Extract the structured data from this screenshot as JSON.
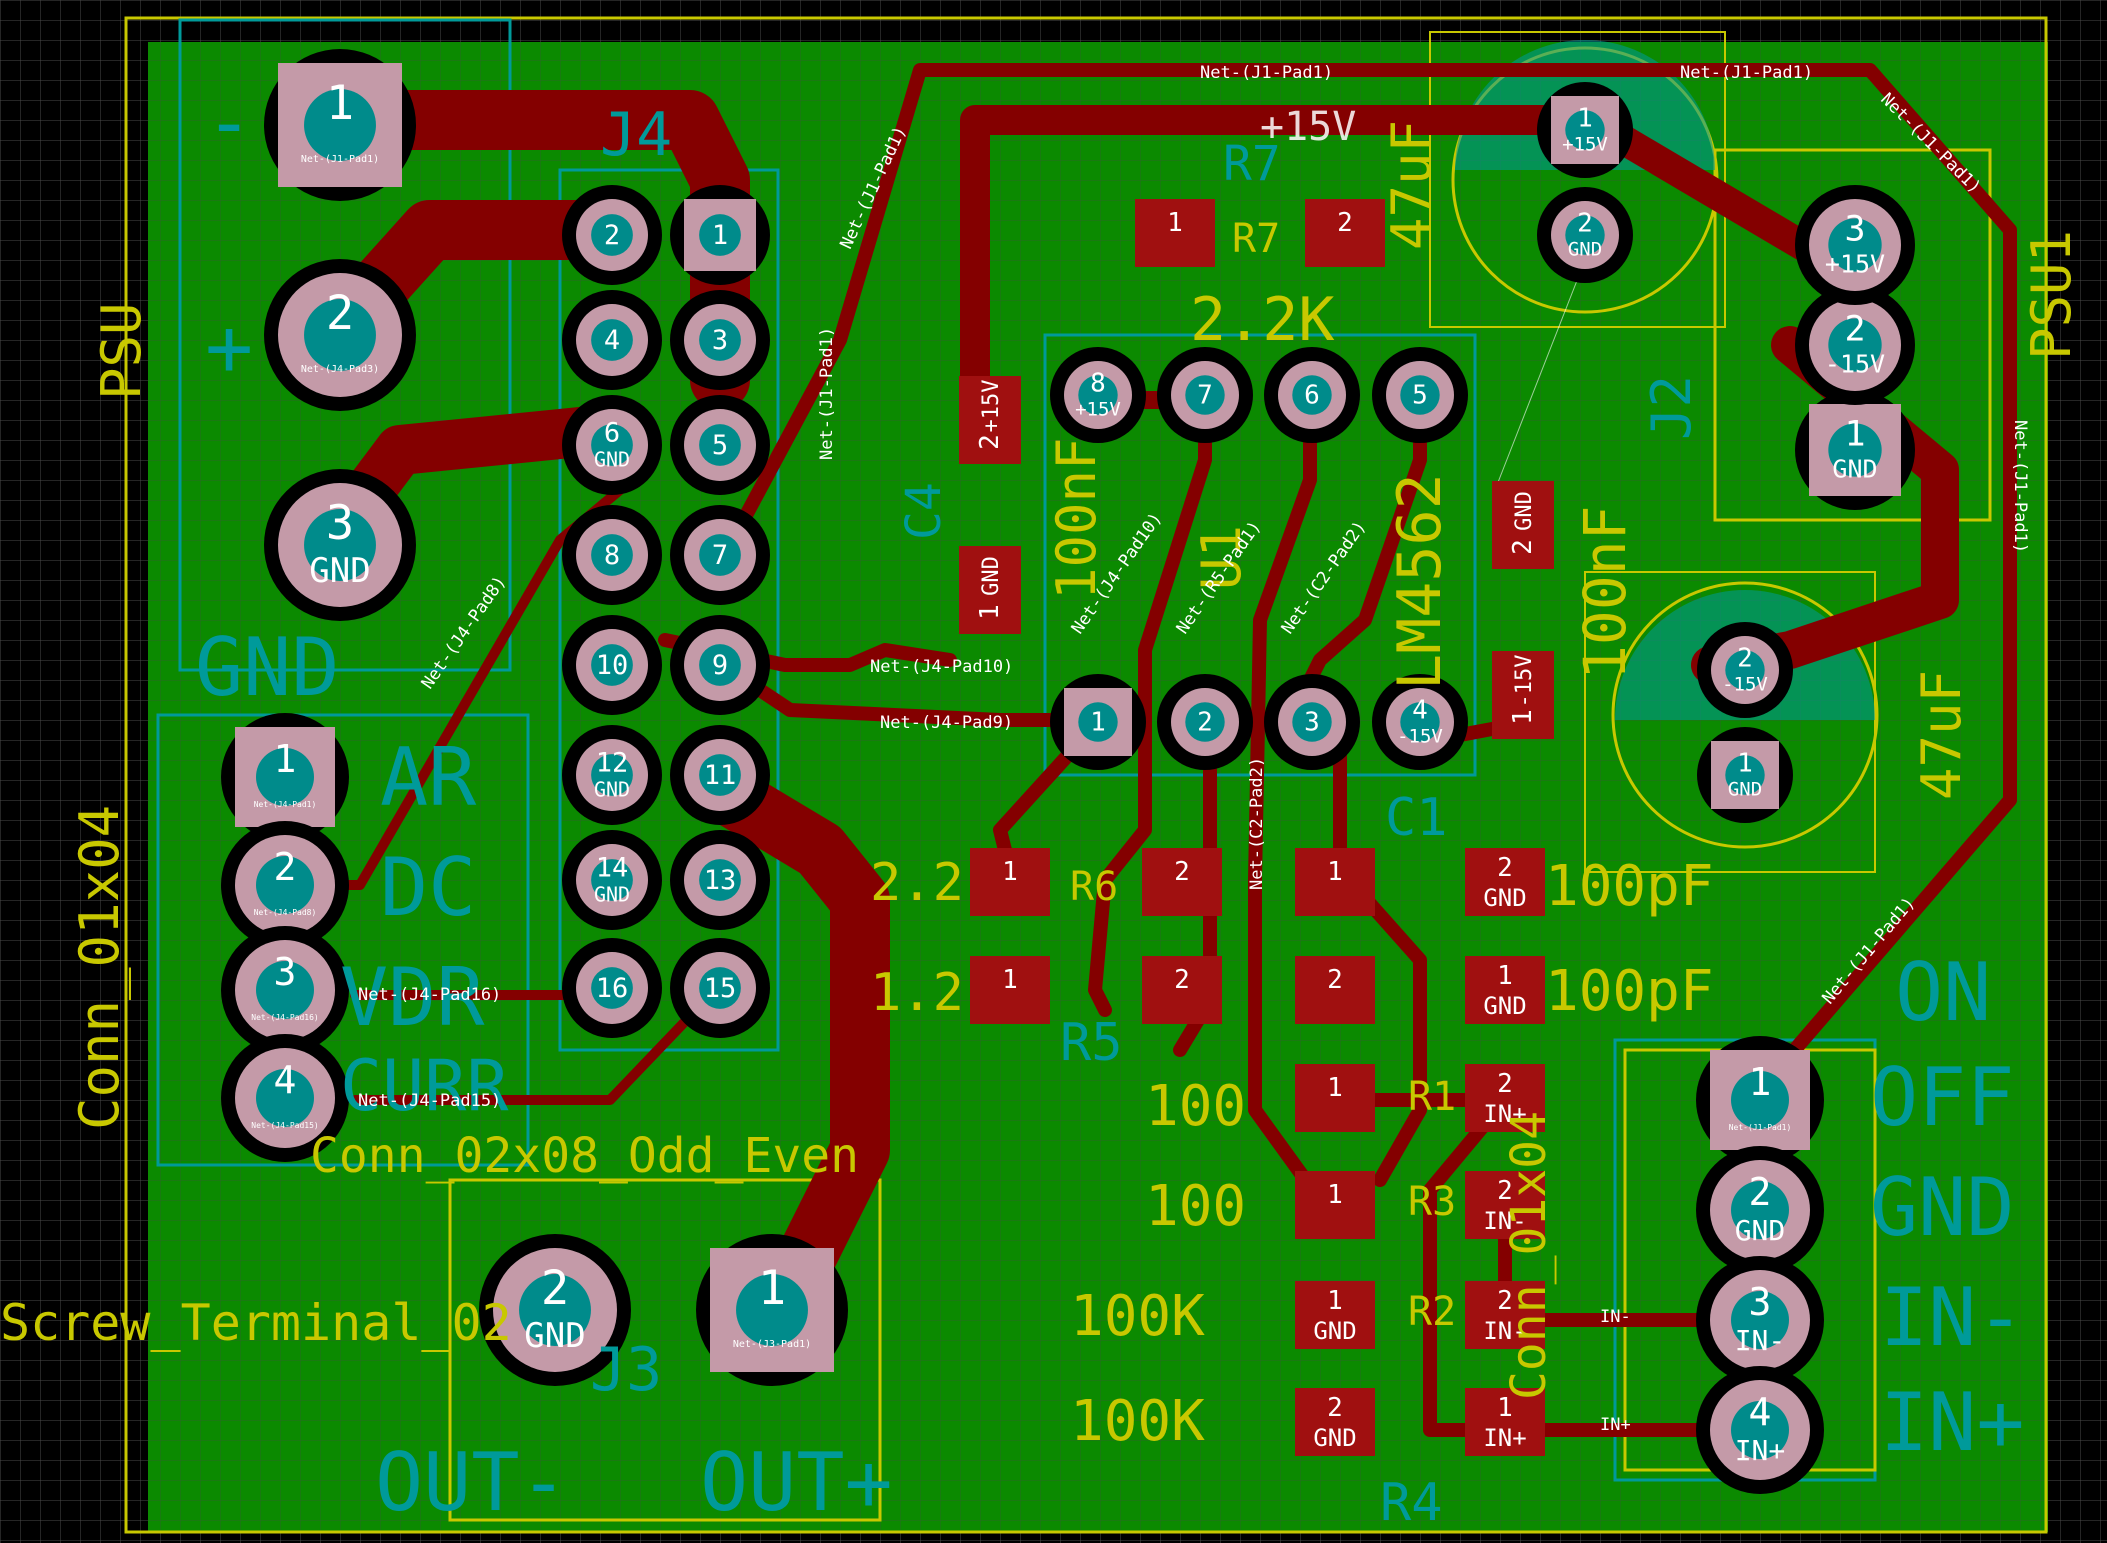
{
  "pads": [
    {
      "id": "psu-1",
      "num": "1",
      "net": "Net-(J1-Pad1)",
      "shape": "square"
    },
    {
      "id": "psu-2",
      "num": "2",
      "net": "Net-(J4-Pad3)",
      "shape": "round"
    },
    {
      "id": "psu-3",
      "num": "3",
      "net": "GND",
      "shape": "round"
    },
    {
      "id": "j4-1",
      "num": "1",
      "net": "",
      "shape": "square"
    },
    {
      "id": "j4-2",
      "num": "2",
      "net": "",
      "shape": "round"
    },
    {
      "id": "j4-3",
      "num": "3",
      "net": "",
      "shape": "round"
    },
    {
      "id": "j4-4",
      "num": "4",
      "net": "",
      "shape": "round"
    },
    {
      "id": "j4-5",
      "num": "5",
      "net": "",
      "shape": "round"
    },
    {
      "id": "j4-6",
      "num": "6",
      "net": "GND",
      "shape": "round"
    },
    {
      "id": "j4-7",
      "num": "7",
      "net": "",
      "shape": "round"
    },
    {
      "id": "j4-8",
      "num": "8",
      "net": "",
      "shape": "round"
    },
    {
      "id": "j4-9",
      "num": "9",
      "net": "",
      "shape": "round"
    },
    {
      "id": "j4-10",
      "num": "10",
      "net": "",
      "shape": "round"
    },
    {
      "id": "j4-11",
      "num": "11",
      "net": "",
      "shape": "round"
    },
    {
      "id": "j4-12",
      "num": "12",
      "net": "GND",
      "shape": "round"
    },
    {
      "id": "j4-13",
      "num": "13",
      "net": "",
      "shape": "round"
    },
    {
      "id": "j4-14",
      "num": "14",
      "net": "GND",
      "shape": "round"
    },
    {
      "id": "j4-15",
      "num": "15",
      "net": "",
      "shape": "round"
    },
    {
      "id": "j4-16",
      "num": "16",
      "net": "",
      "shape": "round"
    },
    {
      "id": "conn4-1",
      "num": "1",
      "net": "Net-(J4-Pad1)",
      "shape": "square"
    },
    {
      "id": "conn4-2",
      "num": "2",
      "net": "Net-(J4-Pad8)",
      "shape": "round"
    },
    {
      "id": "conn4-3",
      "num": "3",
      "net": "Net-(J4-Pad16)",
      "shape": "round"
    },
    {
      "id": "conn4-4",
      "num": "4",
      "net": "Net-(J4-Pad15)",
      "shape": "round"
    },
    {
      "id": "j3-1",
      "num": "1",
      "net": "Net-(J3-Pad1)",
      "shape": "square"
    },
    {
      "id": "j3-2",
      "num": "2",
      "net": "GND",
      "shape": "round"
    },
    {
      "id": "u1-1",
      "num": "1",
      "net": "",
      "shape": "square"
    },
    {
      "id": "u1-2",
      "num": "2",
      "net": "",
      "shape": "round"
    },
    {
      "id": "u1-3",
      "num": "3",
      "net": "",
      "shape": "round"
    },
    {
      "id": "u1-4",
      "num": "4",
      "net": "-15V",
      "shape": "round"
    },
    {
      "id": "u1-5",
      "num": "5",
      "net": "",
      "shape": "round"
    },
    {
      "id": "u1-6",
      "num": "6",
      "net": "",
      "shape": "round"
    },
    {
      "id": "u1-7",
      "num": "7",
      "net": "",
      "shape": "round"
    },
    {
      "id": "u1-8",
      "num": "8",
      "net": "+15V",
      "shape": "round"
    },
    {
      "id": "c2-1",
      "num": "1",
      "net": "+15V",
      "shape": "square"
    },
    {
      "id": "c2-2",
      "num": "2",
      "net": "GND",
      "shape": "round"
    },
    {
      "id": "c3-1",
      "num": "1",
      "net": "GND",
      "shape": "square"
    },
    {
      "id": "c3-2",
      "num": "2",
      "net": "-15V",
      "shape": "round"
    },
    {
      "id": "j2-1",
      "num": "1",
      "net": "GND",
      "shape": "square"
    },
    {
      "id": "j2-2",
      "num": "2",
      "net": "-15V",
      "shape": "round"
    },
    {
      "id": "j2-3",
      "num": "3",
      "net": "+15V",
      "shape": "round"
    },
    {
      "id": "j1-1",
      "num": "1",
      "net": "Net-(J1-Pad1)",
      "shape": "square"
    },
    {
      "id": "j1-2",
      "num": "2",
      "net": "GND",
      "shape": "round"
    },
    {
      "id": "j1-3",
      "num": "3",
      "net": "IN-",
      "shape": "round"
    },
    {
      "id": "j1-4",
      "num": "4",
      "net": "IN+",
      "shape": "round"
    }
  ],
  "smd_pads": [
    {
      "id": "r7-1",
      "num": "1",
      "net": ""
    },
    {
      "id": "r7-2",
      "num": "2",
      "net": ""
    },
    {
      "id": "c4-2",
      "num": "2",
      "net": "+15V"
    },
    {
      "id": "c4-1",
      "num": "1",
      "net": "GND"
    },
    {
      "id": "c5-2",
      "num": "2",
      "net": "GND"
    },
    {
      "id": "c5-1",
      "num": "1",
      "net": "-15V"
    },
    {
      "id": "r6-1",
      "num": "1",
      "net": ""
    },
    {
      "id": "r6-2",
      "num": "2",
      "net": ""
    },
    {
      "id": "r5-1",
      "num": "1",
      "net": ""
    },
    {
      "id": "r5-2",
      "num": "2",
      "net": ""
    },
    {
      "id": "c1-1",
      "num": "1",
      "net": ""
    },
    {
      "id": "c1-2",
      "num": "2",
      "net": "GND"
    },
    {
      "id": "c6-2",
      "num": "2",
      "net": ""
    },
    {
      "id": "c6-1",
      "num": "1",
      "net": "GND"
    },
    {
      "id": "r1-1",
      "num": "1",
      "net": ""
    },
    {
      "id": "r1-2",
      "num": "2",
      "net": "IN+"
    },
    {
      "id": "r3-1",
      "num": "1",
      "net": ""
    },
    {
      "id": "r3-2",
      "num": "2",
      "net": "IN-"
    },
    {
      "id": "r2-1",
      "num": "1",
      "net": "GND"
    },
    {
      "id": "r2-2",
      "num": "2",
      "net": "IN-"
    },
    {
      "id": "r4-2",
      "num": "2",
      "net": "GND"
    },
    {
      "id": "r4-1",
      "num": "1",
      "net": "IN+"
    }
  ],
  "silk_labels": {
    "psu_ref": "PSU",
    "psu_minus": "-",
    "psu_plus": "+",
    "psu_gnd": "GND",
    "j4_ref": "J4",
    "j4_value": "Conn_02x08_Odd_Even",
    "conn4_value": "Conn_01x04",
    "conn4_ar": "AR",
    "conn4_dc": "DC",
    "conn4_vdr": "VDR",
    "conn4_curr": "CURR",
    "j3_ref": "J3",
    "j3_value": "Screw_Terminal_02",
    "j3_out_minus": "OUT-",
    "j3_out_plus": "OUT+",
    "r7_ref": "R7",
    "r7_value": "2.2K",
    "c4_ref": "C4",
    "c4_value": "100nF",
    "u1_ref": "U1",
    "u1_value": "LM4562",
    "c5_value": "100nF",
    "c2_value": "47uF",
    "c3_value": "47uF",
    "j2_ref": "J2",
    "psu1_ref": "PSU1",
    "plus15": "+15V",
    "r6_ref": "R6",
    "r6_value": "2.2",
    "r5_ref": "R5",
    "r5_value": "1.2",
    "c1_ref": "C1",
    "c1_value": "100pF",
    "c6_value": "100pF",
    "r1_ref": "R1",
    "r1_value": "100",
    "r3_ref": "R3",
    "r3_value": "100",
    "r2_ref": "R2",
    "r2_value": "100K",
    "r4_ref": "R4",
    "r4_value": "100K",
    "j1_value": "Conn_01x04",
    "sw_on": "ON",
    "sw_off": "OFF",
    "sw_gnd": "GND",
    "sw_in_minus": "IN-",
    "sw_in_plus": "IN+"
  },
  "net_labels": {
    "j1pad1_top": "Net-(J1-Pad1)",
    "j1pad1_top2": "Net-(J1-Pad1)",
    "j1pad1_right1": "Net-(J1-Pad1)",
    "j1pad1_right2": "Net-(J1-Pad1)",
    "j1pad1_right3": "Net-(J1-Pad1)",
    "j1pad1_left1": "Net-(J1-Pad1)",
    "j1pad1_left2": "Net-(J1-Pad1)",
    "j4pad10": "Net-(J4-Pad10)",
    "j4pad9": "Net-(J4-Pad9)",
    "j4pad8": "Net-(J4-Pad8)",
    "j4pad16": "Net-(J4-Pad16)",
    "j4pad15": "Net-(J4-Pad15)",
    "j4pad10_diag": "Net-(J4-Pad10)",
    "r5pad1": "Net-(R5-Pad1)",
    "c2pad2": "Net-(C2-Pad2)",
    "c2pad2_v": "Net-(C2-Pad2)",
    "in_minus": "IN-",
    "in_plus": "IN+"
  },
  "colors": {
    "background": "#000000",
    "grid": "#4a4a4a",
    "copper_pour": "#0b8a00",
    "copper_trace": "#840000",
    "pad": "#c49aa8",
    "pad_drill": "#008b8b",
    "smd_pad": "#a01010",
    "silk_yellow": "#c8c800",
    "silk_cyan": "#009a9a",
    "pad_text": "#ffffff"
  }
}
